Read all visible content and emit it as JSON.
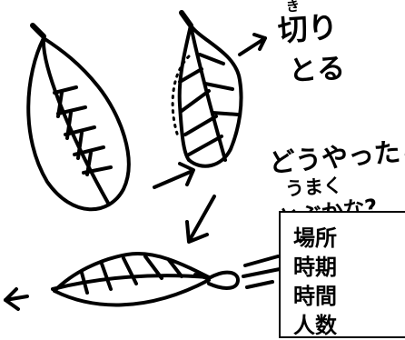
{
  "annotations": {
    "cut_ruby": "き",
    "cut_line1": "切り",
    "cut_line2": "とる",
    "question_line1": "どうやったら",
    "question_line2": "うまく",
    "question_line3": "とぶかな?"
  },
  "info_box": {
    "rows": [
      "場所",
      "時期",
      "時間",
      "人数"
    ]
  },
  "colors": {
    "ink": "#000000",
    "paper": "#ffffff"
  }
}
